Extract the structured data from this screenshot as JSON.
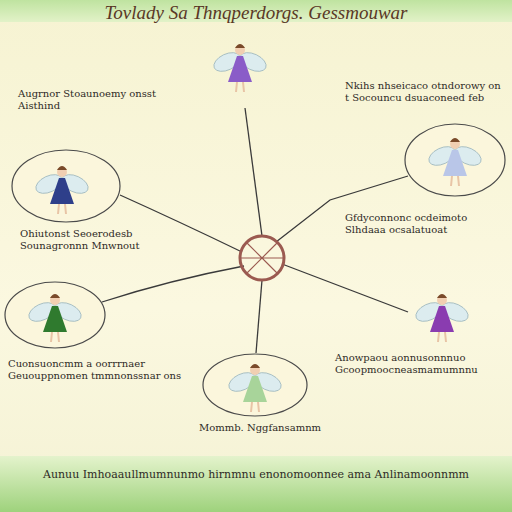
{
  "diagram": {
    "title": "Tovlady Sa Thnqperdorgs. Gessmouwar",
    "caption": "Aunuu Imhoaaullmumnunmo hirnmnu enonomoonnee ama Anlinamoonnmm",
    "labels": [
      "Augrnor Stoaunoemy onsst Aisthind",
      "Nkihs nhseicaco otndorowy on t Socouncu dsuaconeed feb",
      "Ohiutonst Seoerodesb Sounagronnn Mnwnout",
      "Gfdyconnonc ocdeimoto Slhdaaa ocsalatuoat",
      "Cuonsuoncmm a oorrrnaer Geuouppnomen tmmnonssnar ons",
      "Anowpaou aonnusonnnuo Gcoopmoocneasmamumnnu",
      "Mommb. Nggfansamnm"
    ]
  }
}
